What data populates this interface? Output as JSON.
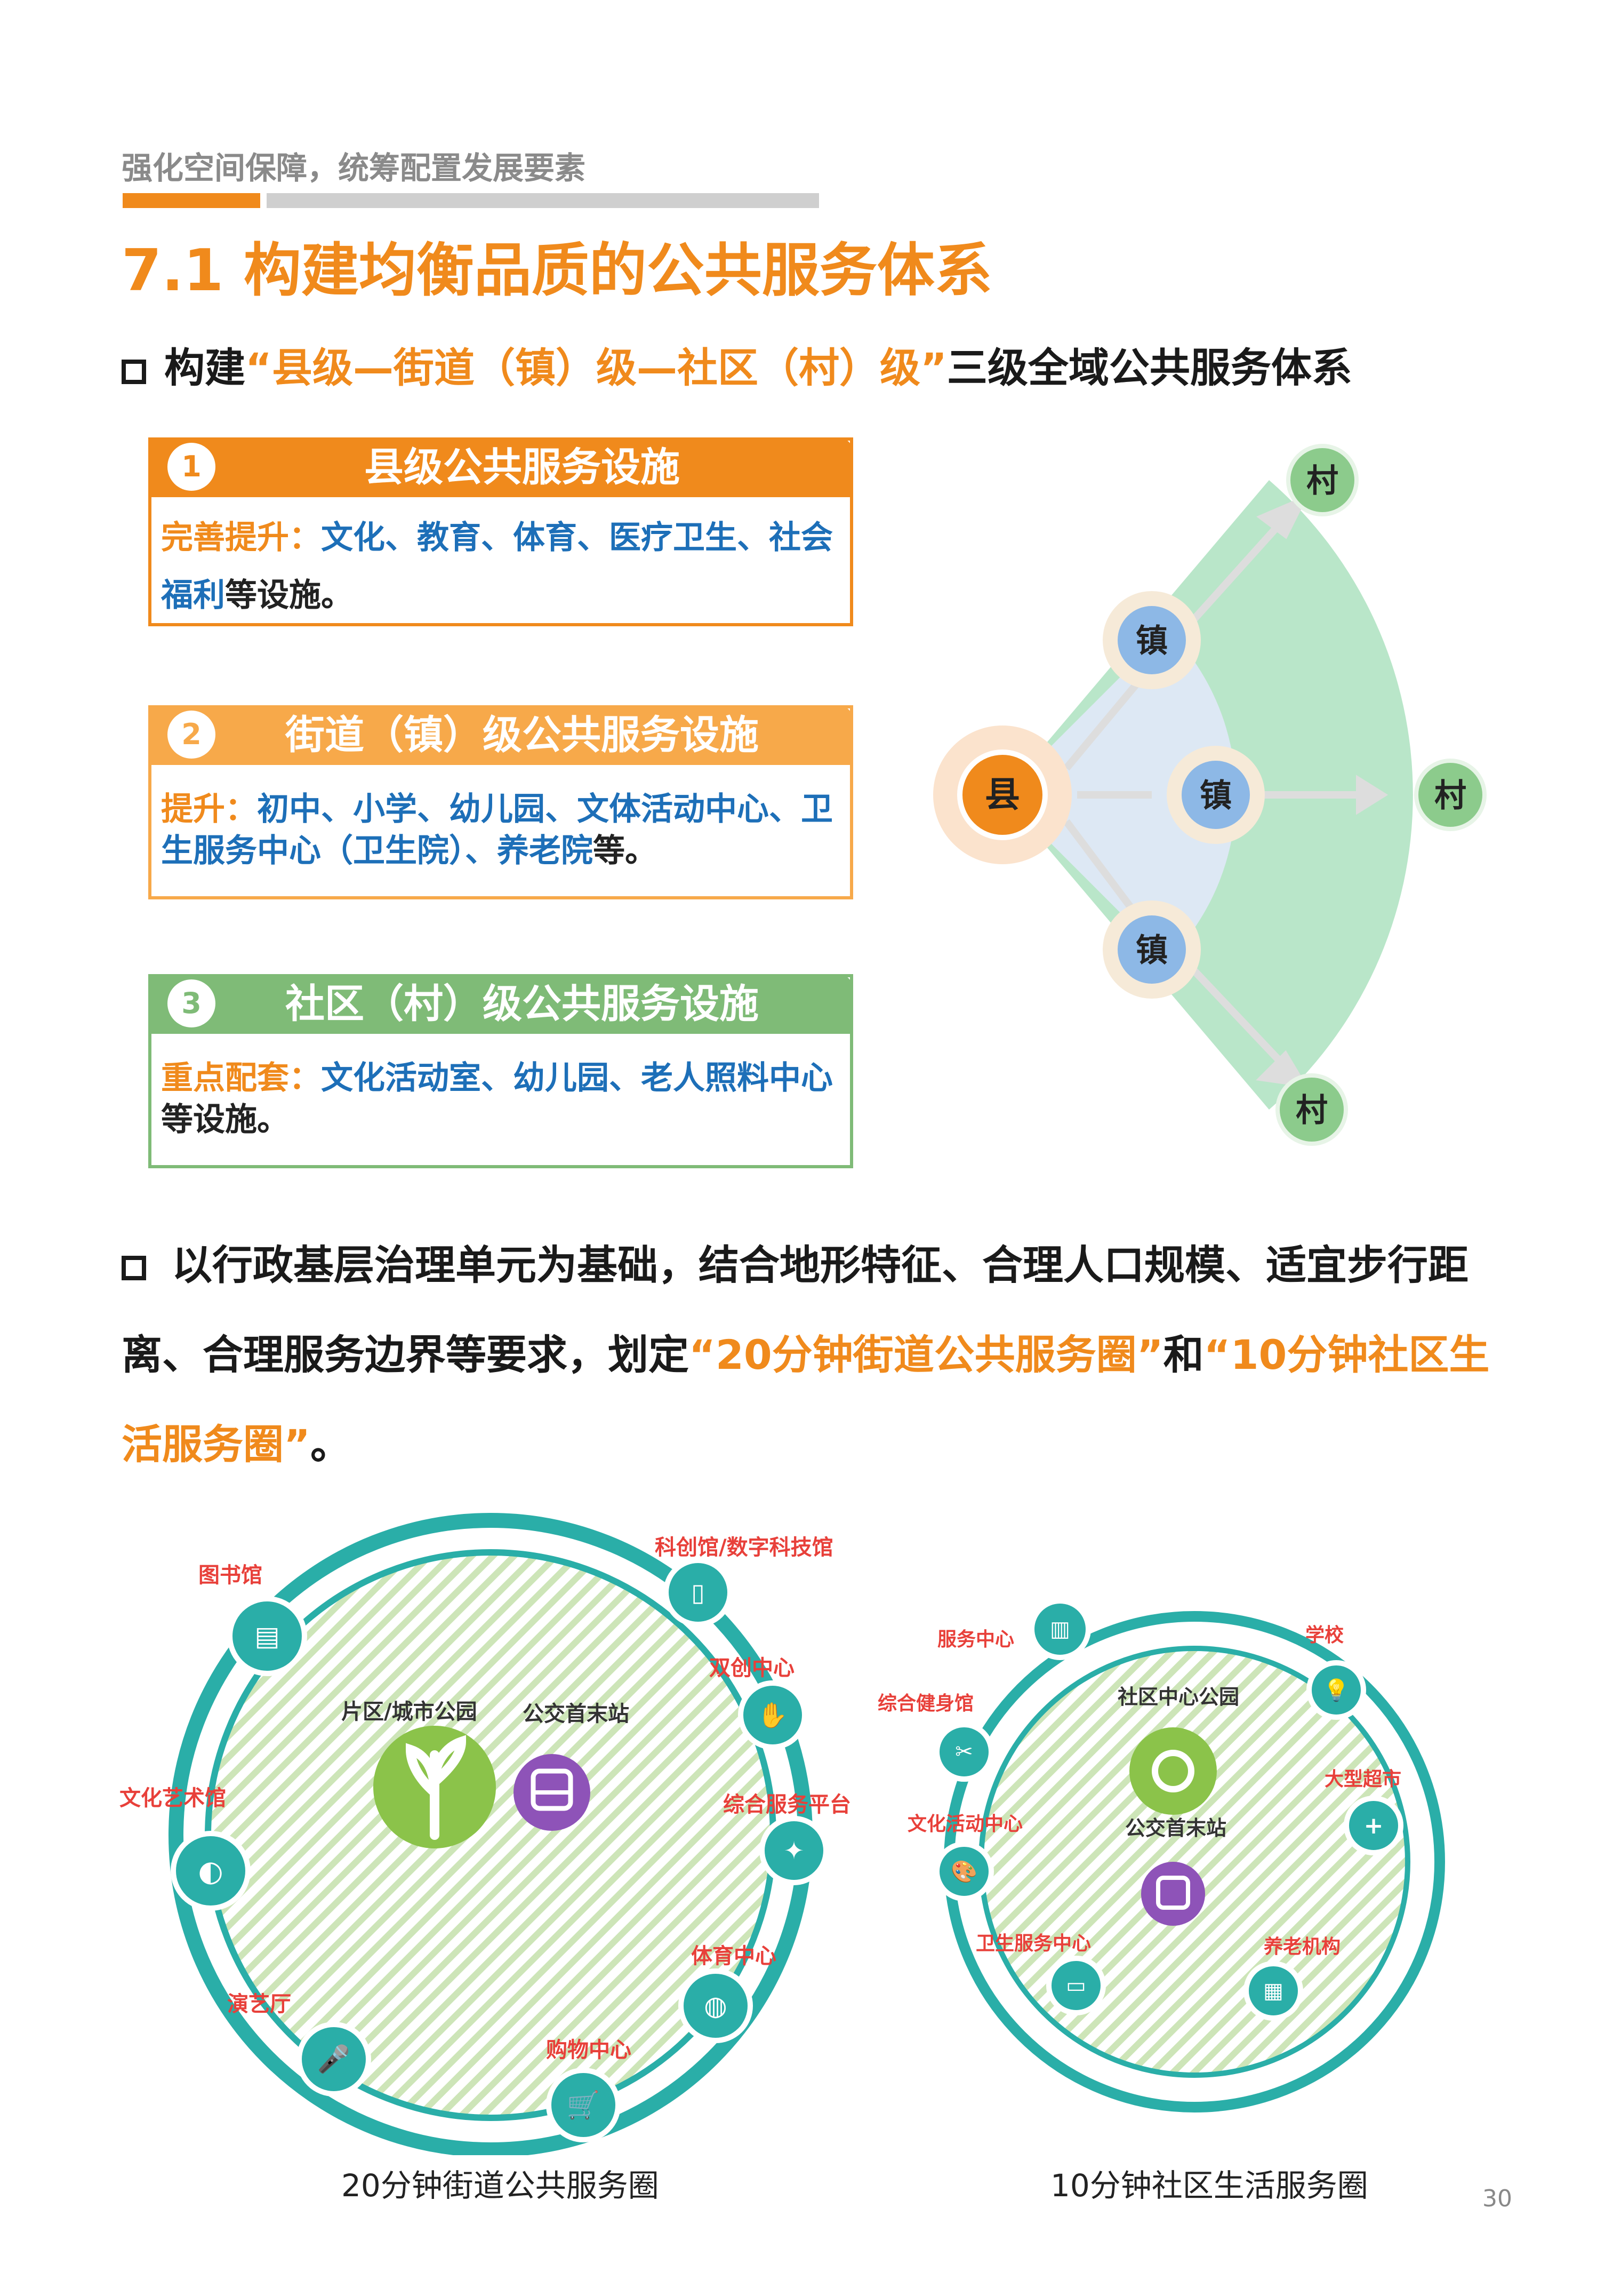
{
  "header": {
    "subtitle": "强化空间保障，统筹配置发展要素",
    "title": "7.1 构建均衡品质的公共服务体系"
  },
  "section1": {
    "prefix": "构建",
    "highlight": "“县级—街道（镇）级—社区（村）级”",
    "suffix": "三级全域公共服务体系"
  },
  "cards": [
    {
      "num": "1",
      "title": "县级公共服务设施",
      "lead": "完善提升：",
      "items": "文化、教育、体育、医疗卫生、社会福利",
      "tail": "等设施。",
      "color": "#f08a1c"
    },
    {
      "num": "2",
      "title": "街道（镇）级公共服务设施",
      "lead": "提升：",
      "items": "初中、小学、幼儿园、文体活动中心、卫生服务中心（卫生院）、养老院",
      "tail": "等。",
      "color": "#f7a94a"
    },
    {
      "num": "3",
      "title": "社区（村）级公共服务设施",
      "lead": "重点配套：",
      "items": "文化活动室、幼儿园、老人照料中心",
      "tail": "等设施。",
      "color": "#7fbb77"
    }
  ],
  "hierarchy": {
    "county": "县",
    "town": "镇",
    "village": "村"
  },
  "section2": {
    "text1": "以行政基层治理单元为基础，结合地形特征、合理人口规模、适宜步行距离、合理服务边界等要求，划定",
    "hl1": "“20分钟街道公共服务圈”",
    "mid": "和",
    "hl2": "“10分钟社区生活服务圈”",
    "end": "。"
  },
  "circle20": {
    "caption": "20分钟街道公共服务圈",
    "center_park": "片区/城市公园",
    "center_bus": "公交首末站",
    "labels": [
      "图书馆",
      "科创馆/数字科技馆",
      "双创中心",
      "综合服务平台",
      "体育中心",
      "购物中心",
      "演艺厅",
      "文化艺术馆"
    ]
  },
  "circle10": {
    "caption": "10分钟社区生活服务圈",
    "center_park": "社区中心公园",
    "center_bus": "公交首末站",
    "labels": [
      "服务中心",
      "学校",
      "综合健身馆",
      "大型超市",
      "文化活动中心",
      "卫生服务中心",
      "养老机构"
    ]
  },
  "page_number": "30",
  "colors": {
    "orange": "#f08a1c",
    "blue": "#1d6fb8",
    "teal": "#2aaea8",
    "green": "#7fbb77"
  }
}
